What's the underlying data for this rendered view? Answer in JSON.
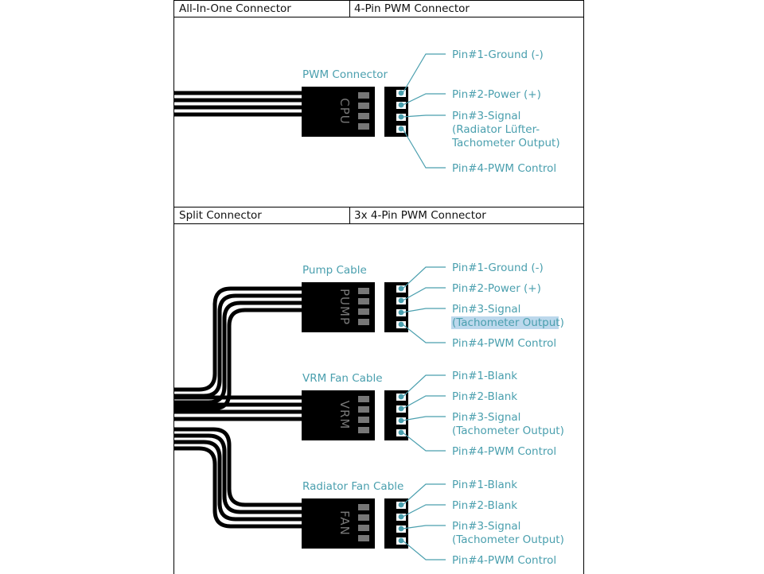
{
  "sections": [
    {
      "left_header": "All-In-One Connector",
      "right_header": "4-Pin PWM Connector"
    },
    {
      "left_header": "Split Connector",
      "right_header": "3x  4-Pin PWM Connector"
    }
  ],
  "connectors": [
    {
      "title": "PWM Connector",
      "plug_label": "CPU",
      "pins": [
        [
          "Pin#1-Ground (-)"
        ],
        [
          "Pin#2-Power (+)"
        ],
        [
          "Pin#3-Signal",
          "(Radiator Lüfter-",
          "Tachometer Output)"
        ],
        [
          "Pin#4-PWM Control"
        ]
      ]
    },
    {
      "title": "Pump Cable",
      "plug_label": "PUMP",
      "pins": [
        [
          "Pin#1-Ground (-)"
        ],
        [
          "Pin#2-Power (+)"
        ],
        [
          "Pin#3-Signal",
          "(Tachometer Output)"
        ],
        [
          "Pin#4-PWM Control"
        ]
      ]
    },
    {
      "title": "VRM Fan Cable",
      "plug_label": "VRM",
      "pins": [
        [
          "Pin#1-Blank"
        ],
        [
          "Pin#2-Blank"
        ],
        [
          "Pin#3-Signal",
          "(Tachometer Output)"
        ],
        [
          "Pin#4-PWM Control"
        ]
      ]
    },
    {
      "title": "Radiator Fan Cable",
      "plug_label": "FAN",
      "pins": [
        [
          "Pin#1-Blank"
        ],
        [
          "Pin#2-Blank"
        ],
        [
          "Pin#3-Signal",
          "(Tachometer Output)"
        ],
        [
          "Pin#4-PWM Control"
        ]
      ]
    }
  ],
  "colors": {
    "accent": "#4a9fae",
    "highlight": "#bcd8ec",
    "cable": "#000000",
    "plug_label": "#777777"
  }
}
